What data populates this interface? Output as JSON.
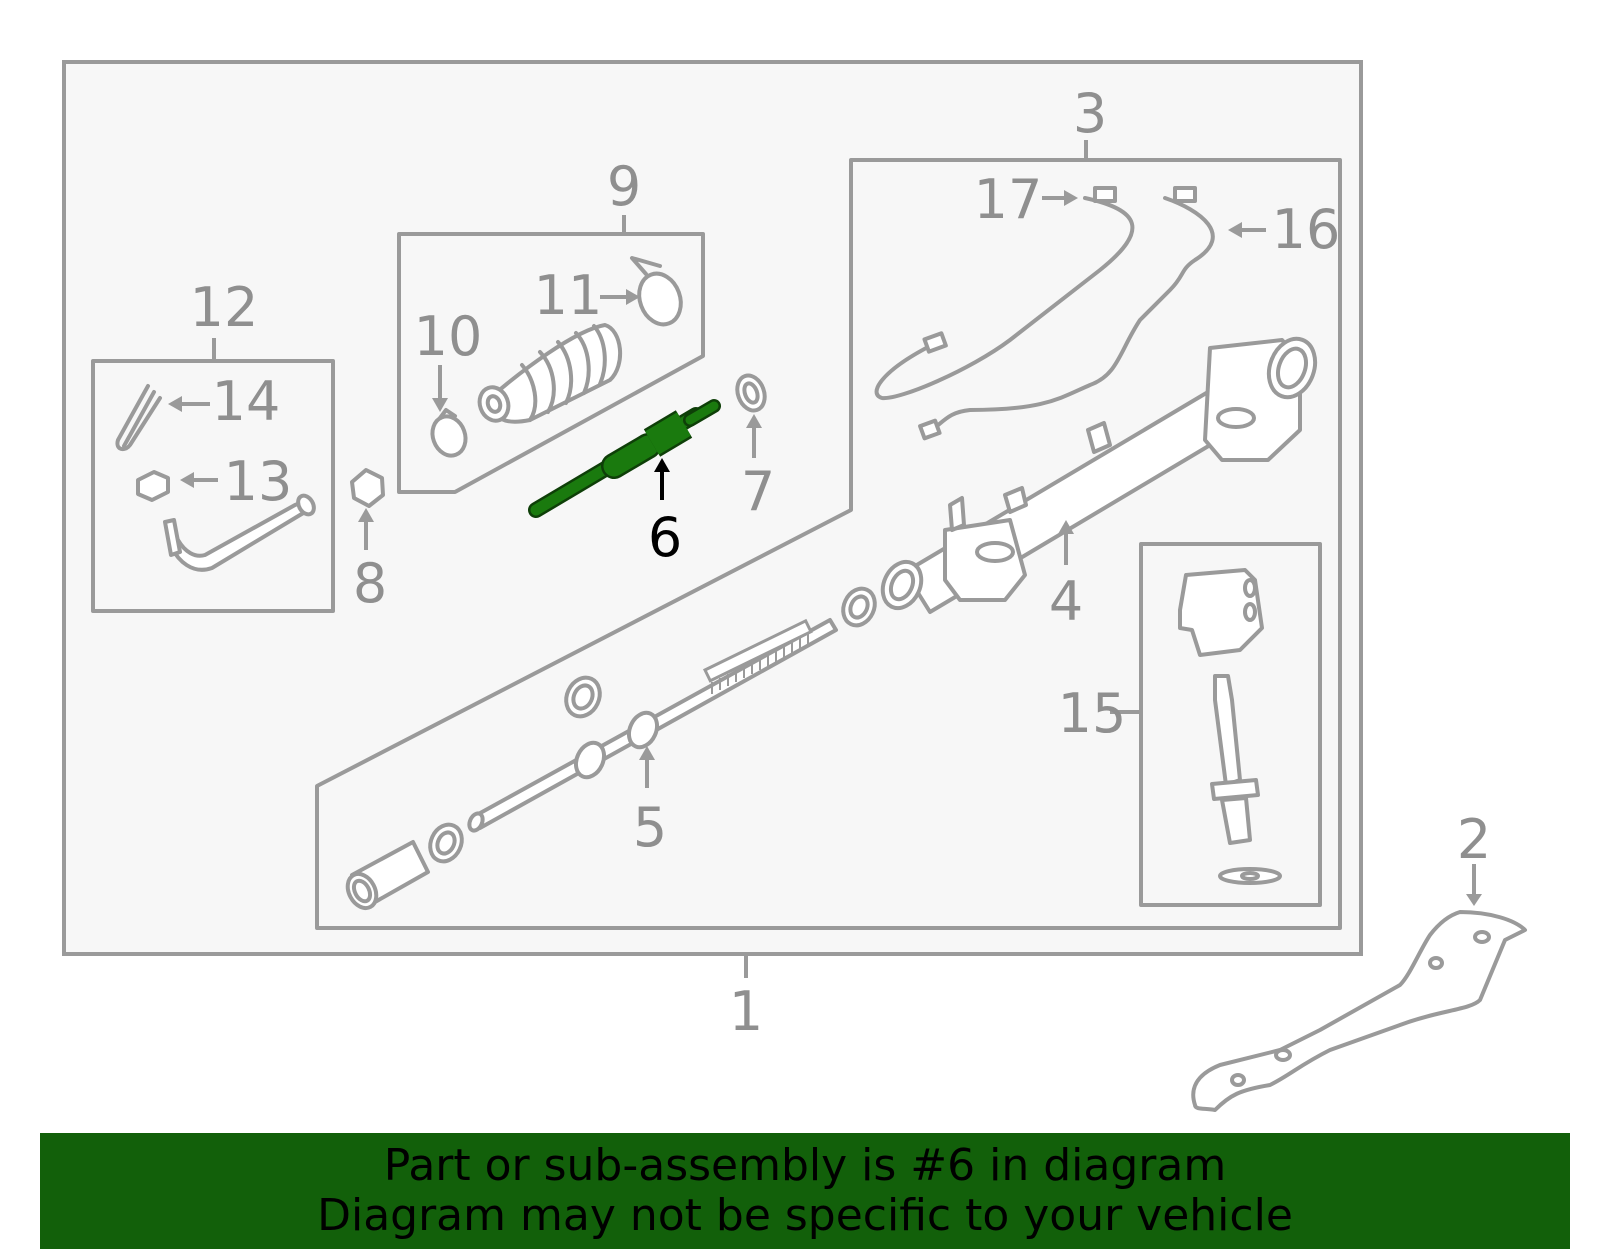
{
  "colors": {
    "line": "#9a9a9a",
    "label": "#8f8f8f",
    "highlight_part": "#1a7a0e",
    "highlight_label": "#000000",
    "banner_bg": "#12600a",
    "panel_bg": "#f7f7f7"
  },
  "callouts": {
    "c1": "1",
    "c2": "2",
    "c3": "3",
    "c4": "4",
    "c5": "5",
    "c6": "6",
    "c7": "7",
    "c8": "8",
    "c9": "9",
    "c10": "10",
    "c11": "11",
    "c12": "12",
    "c13": "13",
    "c14": "14",
    "c15": "15",
    "c16": "16",
    "c17": "17"
  },
  "highlighted_part": "6",
  "banner": {
    "line1": "Part or sub-assembly is #6 in diagram",
    "line2": "Diagram may not be specific to your vehicle"
  }
}
